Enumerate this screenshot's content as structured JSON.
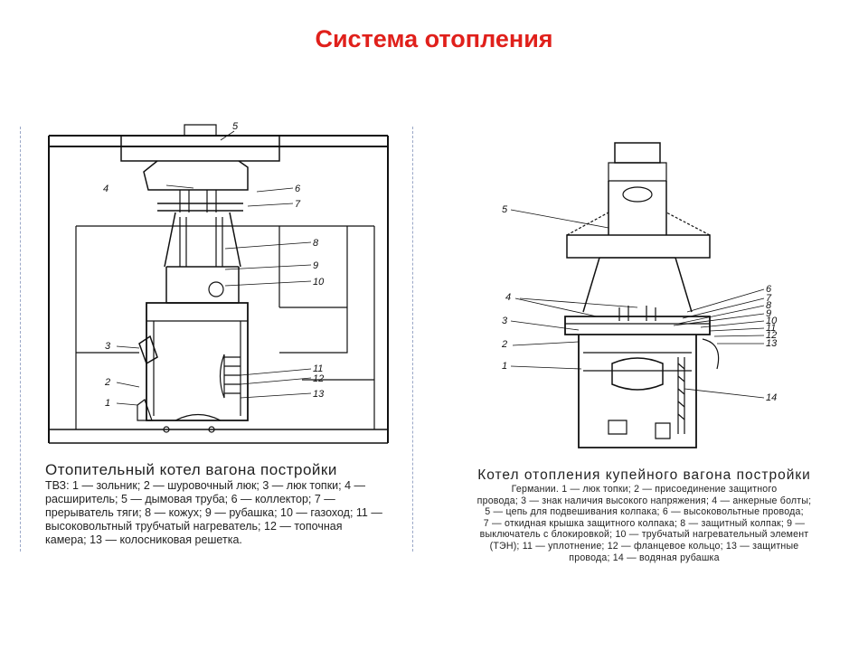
{
  "slide": {
    "title": "Система отопления"
  },
  "left_figure": {
    "labels": [
      "1",
      "2",
      "3",
      "4",
      "5",
      "6",
      "7",
      "8",
      "9",
      "10",
      "11",
      "12",
      "13"
    ],
    "caption_head": "Отопительный котел вагона постройки",
    "caption_lines": [
      "ТВЗ: 1 — зольник; 2 — шуровочный люк; 3 — люк топки; 4 —",
      "расширитель; 5 — дымовая труба; 6 — коллектор; 7 —",
      "прерыватель тяги; 8 — кожух; 9 — рубашка; 10 — газоход; 11 —",
      "высоковольтный трубчатый нагреватель; 12 — топочная",
      "камера; 13 — колосниковая решетка."
    ]
  },
  "right_figure": {
    "labels": [
      "1",
      "2",
      "3",
      "4",
      "5",
      "6",
      "7",
      "8",
      "9",
      "10",
      "11",
      "12",
      "13",
      "14"
    ],
    "caption_head": "Котел отопления купейного вагона постройки",
    "caption_lines": [
      "Германии. 1 — люк топки; 2 — присоединение защитного",
      "провода; 3 — знак наличия высокого напряжения; 4 — анкерные болты;",
      "5 — цепь для подвешивания колпака; 6 — высоковольтные провода;",
      "7 — откидная крышка защитного колпака; 8 — защитный колпак; 9 —",
      "выключатель с блокировкой; 10 — трубчатый нагревательный элемент",
      "(ТЭН); 11 — уплотнение; 12 — фланцевое кольцо; 13 — защитные",
      "провода; 14 — водяная рубашка"
    ]
  }
}
